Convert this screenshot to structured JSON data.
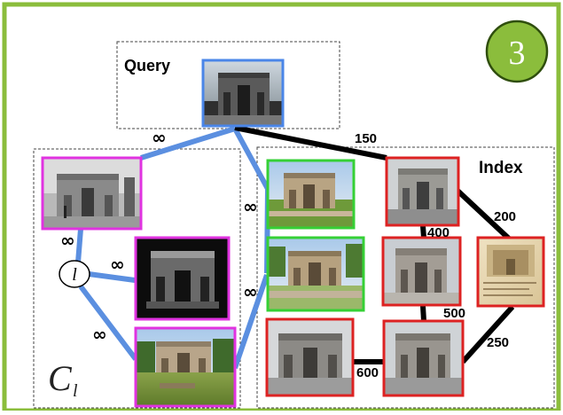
{
  "badge": {
    "number": "3",
    "color": "#8bbd3c",
    "text_color": "#ffffff"
  },
  "frame_color": "#8bbd3c",
  "query": {
    "label": "Query"
  },
  "index": {
    "label": "Index"
  },
  "cluster": {
    "node_label": "l",
    "cluster_label": "C",
    "cluster_subscript": "l"
  },
  "edges": {
    "infinity": "∞",
    "w150": "150",
    "w200": "200",
    "w400": "400",
    "w500": "500",
    "w250": "250",
    "w600": "600"
  },
  "colors": {
    "query_border": "#4a86e8",
    "cluster_border": "#e033e0",
    "match_border": "#35d035",
    "nonmatch_border": "#dd2222",
    "blue_edge": "#5b8fe0",
    "black_edge": "#000000"
  }
}
